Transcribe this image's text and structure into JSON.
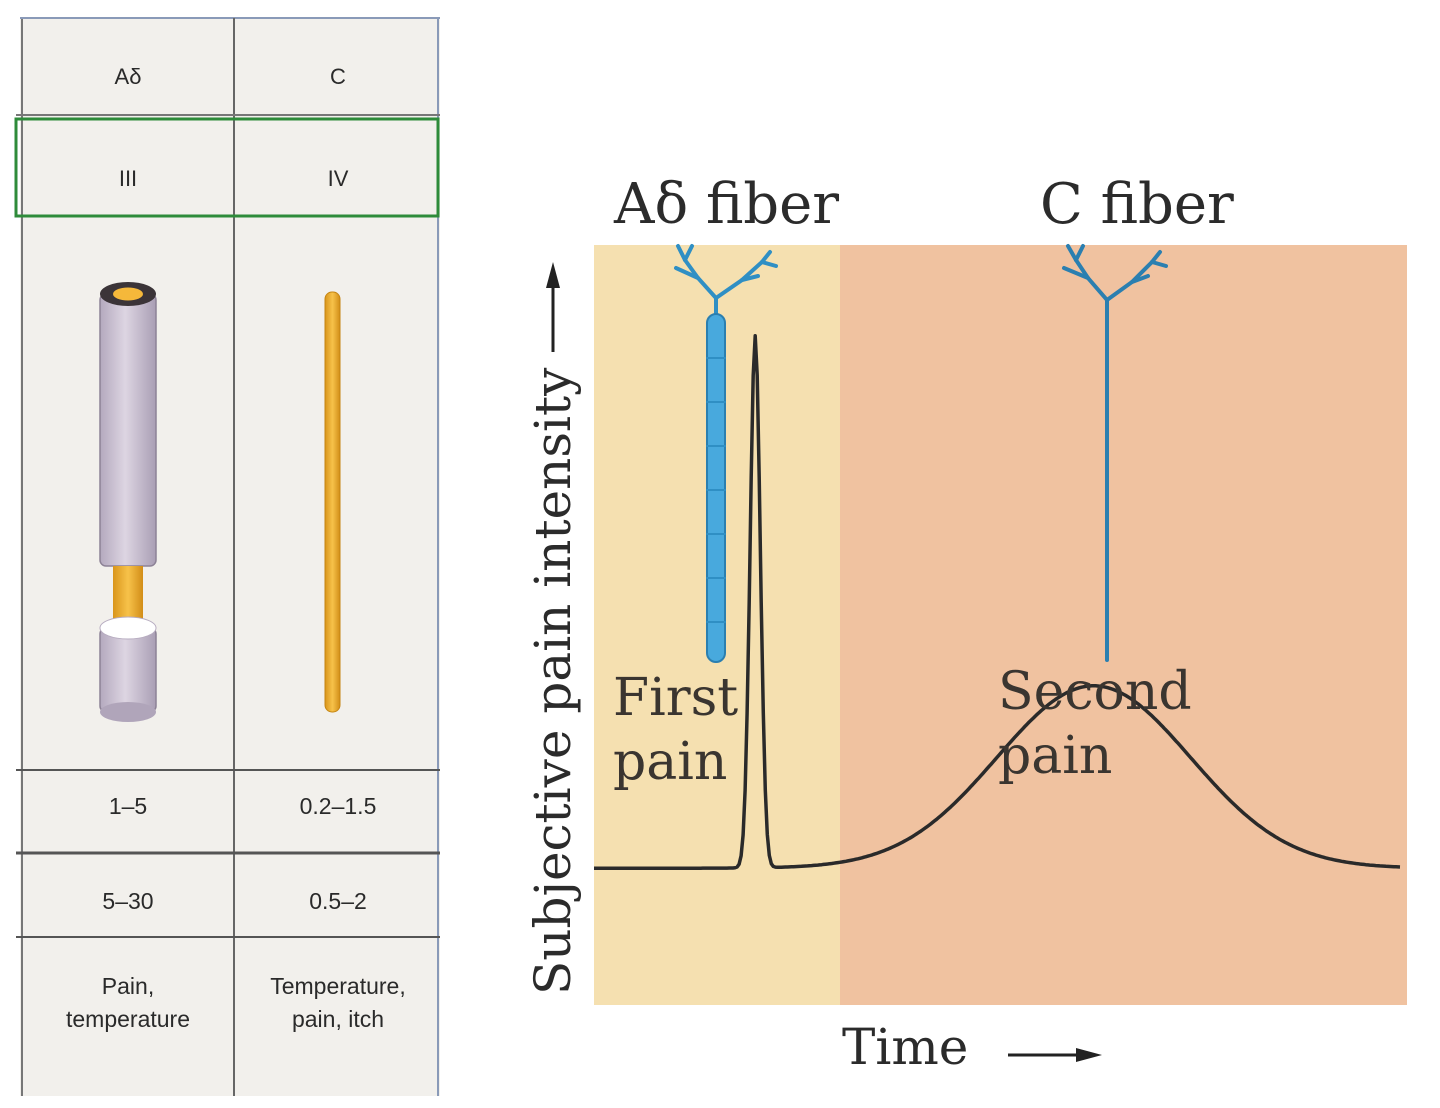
{
  "table": {
    "columns": [
      {
        "fiber": "Aδ",
        "group": "III",
        "diameter": "1–5",
        "speed": "5–30",
        "function_lines": [
          "Pain,",
          "temperature"
        ]
      },
      {
        "fiber": "C",
        "group": "IV",
        "diameter": "0.2–1.5",
        "speed": "0.5–2",
        "function_lines": [
          "Temperature,",
          "pain, itch"
        ]
      }
    ],
    "colors": {
      "grid": "#555555",
      "highlight": "#2e8b3a",
      "paper": "#f2f0ec",
      "axon": "#f0b229",
      "myelin": "#c9bfd0"
    }
  },
  "diagram": {
    "fiber_labels": {
      "a_delta": "Aδ fiber",
      "c": "C fiber"
    },
    "pain_labels": {
      "first": [
        "First",
        "pain"
      ],
      "second": [
        "Second",
        "pain"
      ]
    },
    "y_axis_label": "Subjective pain intensity",
    "x_axis_label": "Time",
    "colors": {
      "a_delta_region": "#f5e0b0",
      "c_region": "#f0c2a0",
      "neuron": "#2f8fc4",
      "curve": "#2a2a2a"
    },
    "curve": {
      "baseline": 0.18,
      "first_peak": {
        "time": 0.2,
        "intensity": 0.88
      },
      "second_peak": {
        "time": 0.62,
        "intensity": 0.42
      }
    }
  }
}
